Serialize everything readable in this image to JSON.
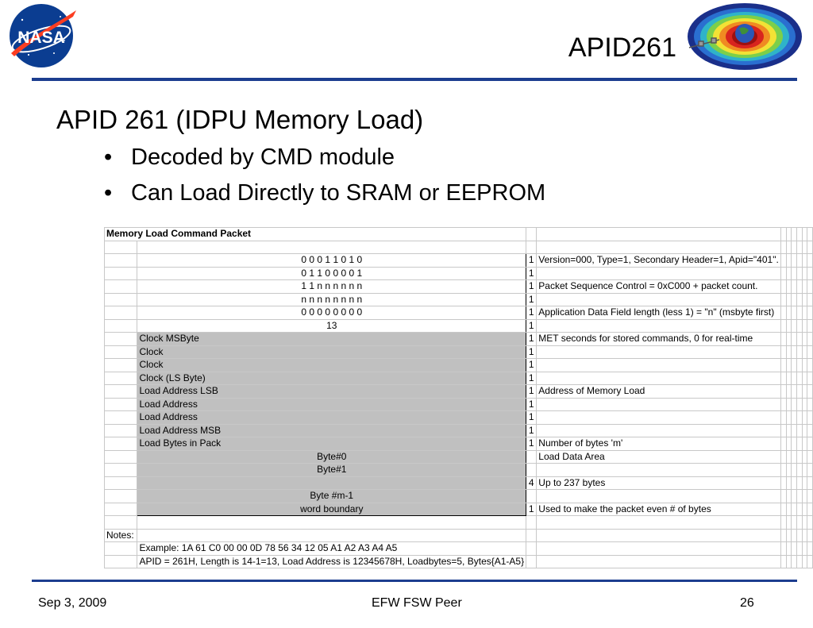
{
  "header": {
    "title": "APID261",
    "logo_text": "NASA"
  },
  "slide": {
    "heading": "APID 261 (IDPU Memory Load)",
    "bullets": [
      "Decoded by CMD module",
      "Can Load Directly to SRAM or EEPROM"
    ],
    "bullet_glyph": "•"
  },
  "table": {
    "title": "Memory Load Command Packet",
    "rows": [
      {
        "field": "0 0 0 1 1 0 1 0",
        "bytes": "1",
        "desc": "Version=000, Type=1, Secondary Header=1, Apid=\"401\"."
      },
      {
        "field": "0 1 1 0 0 0 0 1",
        "bytes": "1",
        "desc": ""
      },
      {
        "field": "1 1 n n n n n n",
        "bytes": "1",
        "desc": "Packet Sequence Control = 0xC000 + packet count."
      },
      {
        "field": "n n n n n n n n",
        "bytes": "1",
        "desc": ""
      },
      {
        "field": "0 0 0 0 0 0 0 0",
        "bytes": "1",
        "desc": "Application Data Field length (less 1) = \"n\" (msbyte first)"
      },
      {
        "field": "13",
        "bytes": "1",
        "desc": ""
      },
      {
        "field": "Clock MSByte",
        "bytes": "1",
        "desc": "MET seconds for stored commands, 0 for real-time"
      },
      {
        "field": "Clock",
        "bytes": "1",
        "desc": ""
      },
      {
        "field": "Clock",
        "bytes": "1",
        "desc": ""
      },
      {
        "field": "Clock (LS Byte)",
        "bytes": "1",
        "desc": ""
      },
      {
        "field": "Load Address LSB",
        "bytes": "1",
        "desc": "Address of Memory Load"
      },
      {
        "field": "Load Address",
        "bytes": "1",
        "desc": ""
      },
      {
        "field": "Load Address",
        "bytes": "1",
        "desc": ""
      },
      {
        "field": "Load Address MSB",
        "bytes": "1",
        "desc": ""
      },
      {
        "field": "Load Bytes in Pack",
        "bytes": "1",
        "desc": "Number of bytes 'm'"
      },
      {
        "field": "Byte#0",
        "bytes": "",
        "desc": "Load Data Area"
      },
      {
        "field": "Byte#1",
        "bytes": "",
        "desc": ""
      },
      {
        "field": "",
        "bytes": "4",
        "desc": "Up to 237 bytes"
      },
      {
        "field": "Byte #m-1",
        "bytes": "",
        "desc": ""
      },
      {
        "field": "word boundary",
        "bytes": "1",
        "desc": "Used to make the packet even # of bytes"
      }
    ],
    "notes_label": "Notes:",
    "notes": [
      "Example: 1A 61 C0 00 00 0D 78 56 34 12 05 A1 A2 A3 A4 A5",
      "APID = 261H, Length is 14-1=13, Load Address is 12345678H, Loadbytes=5, Bytes{A1-A5}"
    ]
  },
  "footer": {
    "date": "Sep 3, 2009",
    "center": "EFW FSW Peer",
    "page": "26"
  },
  "colors": {
    "rule": "#1c3d8f",
    "nasa_blue": "#0b3d91",
    "nasa_red": "#fc3d21",
    "cell_gray": "#c0c0c0"
  }
}
